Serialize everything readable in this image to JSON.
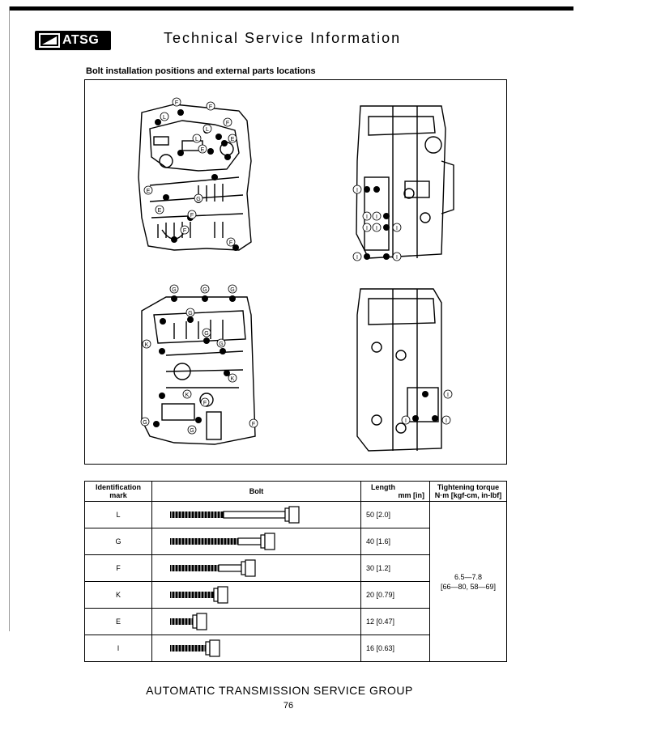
{
  "header": {
    "logo_text": "ATSG",
    "title": "Technical Service Information"
  },
  "section_title": "Bolt installation positions and external parts locations",
  "figure": {
    "callouts_left_top": [
      "F",
      "F",
      "L",
      "F",
      "L",
      "E",
      "L",
      "E",
      "E",
      "G",
      "E",
      "F",
      "F",
      "F"
    ],
    "callouts_left_bottom": [
      "G",
      "G",
      "G",
      "G",
      "G",
      "K",
      "G",
      "K",
      "K",
      "F",
      "G",
      "G",
      "F"
    ],
    "callouts_right_top": [
      "I",
      "I",
      "I",
      "I",
      "I",
      "I",
      "I",
      "I"
    ],
    "callouts_right_bottom": [
      "I",
      "I",
      "I"
    ]
  },
  "table": {
    "headers": {
      "id_line1": "Identification",
      "id_line2": "mark",
      "bolt": "Bolt",
      "length_line1": "Length",
      "length_line2": "mm [in]",
      "torque_line1": "Tightening torque",
      "torque_line2": "N·m [kgf-cm, in-lbf]"
    },
    "rows": [
      {
        "mark": "L",
        "length": "50 [2.0]"
      },
      {
        "mark": "G",
        "length": "40 [1.6]"
      },
      {
        "mark": "F",
        "length": "30 [1.2]"
      },
      {
        "mark": "K",
        "length": "20 [0.79]"
      },
      {
        "mark": "E",
        "length": "12 [0.47]"
      },
      {
        "mark": "I",
        "length": "16 [0.63]"
      }
    ],
    "torque_line1": "6.5—7.8",
    "torque_line2": "[66—80, 58—69]"
  },
  "footer": {
    "title": "AUTOMATIC TRANSMISSION SERVICE GROUP",
    "page_number": "76"
  }
}
